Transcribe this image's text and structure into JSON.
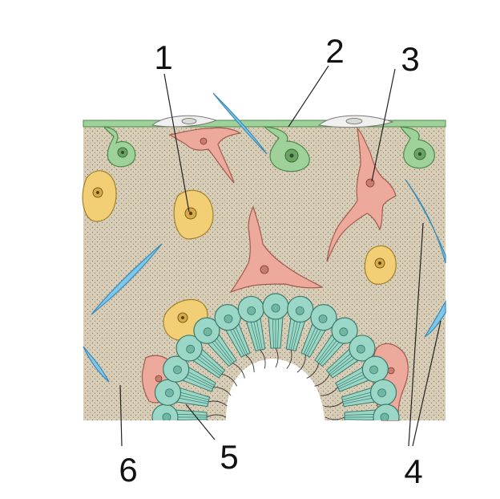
{
  "labels": {
    "l1": "1",
    "l2": "2",
    "l3": "3",
    "l4": "4",
    "l5": "5",
    "l6": "6"
  },
  "colors": {
    "tissue": "#d8cdb6",
    "tissue_dots": "#8b8170",
    "green_cell": "#9fd29a",
    "green_outline": "#4d8a4a",
    "yellow_cell": "#f2cf74",
    "yellow_outline": "#a1812a",
    "pink_cell": "#eca99c",
    "pink_outline": "#a25a4e",
    "teal_cell": "#9ad7c7",
    "teal_outline": "#3d7a6c",
    "blue_spindle": "#7ec6ea",
    "white_cell": "#f0f0ef"
  },
  "icons": [
    "epithelial-cell",
    "glial-cell",
    "astrocyte",
    "fiber",
    "ependymal-cell"
  ]
}
